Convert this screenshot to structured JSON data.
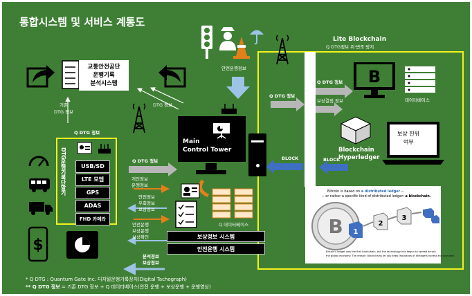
{
  "title": "통합시스템 및 서비스 계통도",
  "kotsa": {
    "line1": "교통안전공단",
    "line2": "운행기록",
    "line3": "분석시스템"
  },
  "safety_info": "안전운행정보",
  "legacy_dtg": {
    "line1": "기존",
    "line2": "DTG 정보"
  },
  "dtg_info_diag": "DTG 정보",
  "qdtg_top": "Q DTG 정보",
  "terminal": {
    "vertical_label": "DTG운행기록단말기",
    "modules": [
      "USB/SD",
      "LTE 모뎀",
      "GPS",
      "ADAS",
      "FHD 카메라"
    ]
  },
  "control_tower": {
    "line1": "Main",
    "line2": "Control Tower"
  },
  "qdtg_to_ct": "Q DTG 정보",
  "personal": {
    "line1": "개인정보",
    "line2": "운행정보"
  },
  "safe_group": {
    "line1": "안전정보",
    "line2": "우회정보",
    "line3": "보상정보"
  },
  "driver_group": {
    "line1": "안전운행",
    "line2": "보상운행",
    "line3": "보상확인"
  },
  "analysis_group": {
    "line1": "분석정보",
    "line2": "보상정보"
  },
  "q_db": "Q 데이터베이스",
  "systems": {
    "reward": "보상정보 시스템",
    "safe": "안전운행 시스템"
  },
  "lite": {
    "title": "Lite Blockchain",
    "subtitle": "Q DTG정보 위·변조 방지"
  },
  "qdtg_lite_left": "Q DTG 정보",
  "qdtg_lite_right": "Q DTG 정보",
  "reward_decision": "보상결정 정보",
  "database": "데이터베이스",
  "blockchain": {
    "line1": "Blockchain",
    "line2": "Hyperledger"
  },
  "reward_ok": {
    "line1": "보상 진위",
    "line2": "여부"
  },
  "block1": "BLOCK",
  "block2": "BLOCK",
  "paper": {
    "line1a": "Bitcoin is based on ",
    "line1b": "a distributed ledger",
    "line1c": " --",
    "line2a": "-- or rather a specific kind of distributed ledger: ",
    "line2b": "a blockchain.",
    "blocks": [
      "1",
      "2",
      "3"
    ],
    "caption1": "Bitcoin's ledger was the first blockchain, but the technology has begun to spread across",
    "caption2": "the global economy. The reason: blockchains let you keep thousands of strangers honest and accurate."
  },
  "footnote1": "* Q DTG : Quantum Gate Inc. 디지털운행기록장치(Digital Tachograph)",
  "footnote2a": "** Q DTG 정보",
  "footnote2b": " = 기존 DTG 정보 + Q 데이터베이스(안전 운행 + 보상운행 + 운행영상)",
  "colors": {
    "background": "#3f7f35",
    "highlight": "#f2f21e",
    "arrow_gray": "#b7b7b7",
    "arrow_blue": "#3e6fc1",
    "arrow_orange": "#e2801a",
    "sidebar_blue": "#9dc3e6"
  }
}
